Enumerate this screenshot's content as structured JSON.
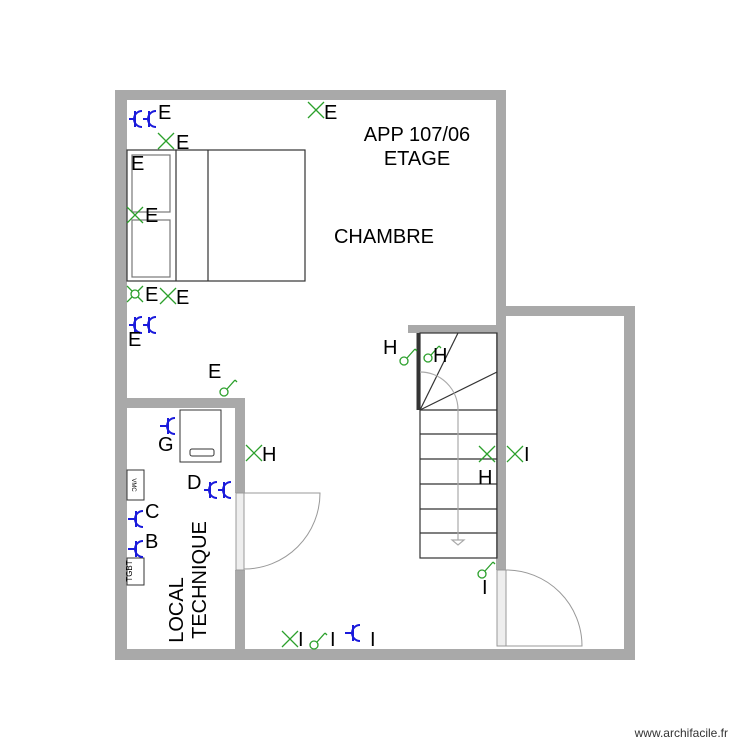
{
  "plan": {
    "title_line1": "APP 107/06",
    "title_line2": "ETAGE",
    "room_chambre": "CHAMBRE",
    "room_local_line1": "LOCAL",
    "room_local_line2": "TECHNIQUE",
    "vmc_label": "VMC",
    "tgbt_label": "TGBT"
  },
  "colors": {
    "wall": "#a9a9a9",
    "switch": "#2ca02c",
    "socket": "#1a1adb",
    "line": "#333333"
  },
  "symbol_labels": [
    {
      "id": "s1",
      "text": "E",
      "symbol": "double-socket-icon"
    },
    {
      "id": "s2",
      "text": "E",
      "symbol": "light-point-icon"
    },
    {
      "id": "s3",
      "text": "E",
      "symbol": "light-point-icon"
    },
    {
      "id": "s4",
      "text": "E",
      "symbol": "none"
    },
    {
      "id": "s5",
      "text": "E",
      "symbol": "light-point-icon"
    },
    {
      "id": "s6",
      "text": "E",
      "symbol": "double-switch-icon"
    },
    {
      "id": "s7",
      "text": "E",
      "symbol": "light-point-icon"
    },
    {
      "id": "s8",
      "text": "E",
      "symbol": "double-socket-icon"
    },
    {
      "id": "s9",
      "text": "E",
      "symbol": "switch-icon"
    },
    {
      "id": "s10",
      "text": "H",
      "symbol": "switch-icon"
    },
    {
      "id": "s11",
      "text": "H",
      "symbol": "switch-icon"
    },
    {
      "id": "s12",
      "text": "G",
      "symbol": "socket-icon"
    },
    {
      "id": "s13",
      "text": "H",
      "symbol": "light-point-icon"
    },
    {
      "id": "s14",
      "text": "D",
      "symbol": "double-socket-icon"
    },
    {
      "id": "s15",
      "text": "C",
      "symbol": "socket-icon"
    },
    {
      "id": "s16",
      "text": "B",
      "symbol": "socket-icon"
    },
    {
      "id": "s17",
      "text": "H",
      "symbol": "light-point-icon"
    },
    {
      "id": "s18",
      "text": "I",
      "symbol": "light-point-icon"
    },
    {
      "id": "s19",
      "text": "I",
      "symbol": "switch-icon"
    },
    {
      "id": "s20",
      "text": "I",
      "symbol": "light-point-icon"
    },
    {
      "id": "s21",
      "text": "I",
      "symbol": "switch-icon"
    },
    {
      "id": "s22",
      "text": "I",
      "symbol": "socket-icon"
    }
  ],
  "watermark": "www.archifacile.fr"
}
